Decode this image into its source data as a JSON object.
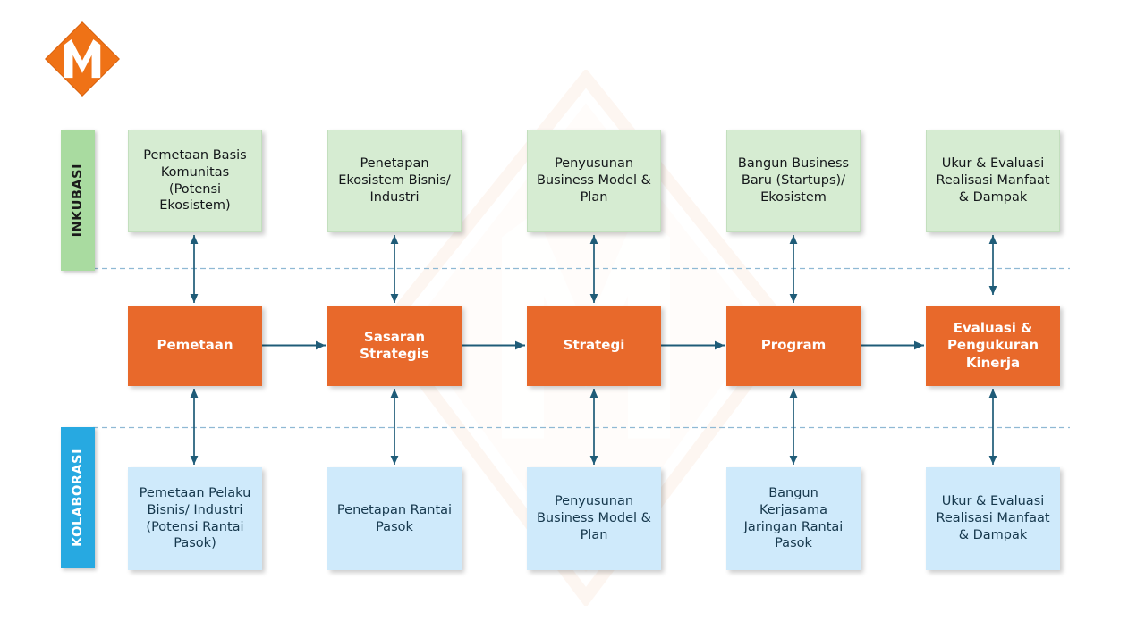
{
  "logo": {
    "name": "m-diamond-logo",
    "color": "#ef7216"
  },
  "watermark": {
    "name": "m-diamond-watermark",
    "color": "#f2a06a"
  },
  "colors": {
    "orange": "#e8692b",
    "green_box": "#d6ecd2",
    "green_band": "#a9dba0",
    "blue_box": "#cfeafb",
    "blue_band": "#27a9e1",
    "arrow": "#1f5c78",
    "divider": "#9bc4dd"
  },
  "bands": [
    {
      "label": "INKUBASI",
      "row": "top"
    },
    {
      "label": "KOLABORASI",
      "row": "bottom"
    }
  ],
  "rows": {
    "inkubasi": [
      "Pemetaan Basis Komunitas (Potensi Ekosistem)",
      "Penetapan Ekosistem Bisnis/ Industri",
      "Penyusunan Business Model & Plan",
      "Bangun Business Baru (Startups)/ Ekosistem",
      "Ukur & Evaluasi Realisasi Manfaat & Dampak"
    ],
    "core": [
      "Pemetaan",
      "Sasaran Strategis",
      "Strategi",
      "Program",
      "Evaluasi & Pengukuran Kinerja"
    ],
    "kolaborasi": [
      "Pemetaan Pelaku Bisnis/ Industri (Potensi Rantai Pasok)",
      "Penetapan Rantai Pasok",
      "Penyusunan Business Model & Plan",
      "Bangun Kerjasama Jaringan Rantai Pasok",
      "Ukur & Evaluasi Realisasi Manfaat & Dampak"
    ]
  },
  "chart_data": {
    "type": "diagram",
    "title": "",
    "layout": "3-row x 5-column process flow with two swimlane bands",
    "columns": 5,
    "flow_direction": "left-to-right between core stages",
    "vertical_links": "bidirectional double-headed arrows between each band box and its core stage",
    "horizontal_links": "single-headed arrows connecting core stages 1->2->3->4->5",
    "dividers": 2
  }
}
